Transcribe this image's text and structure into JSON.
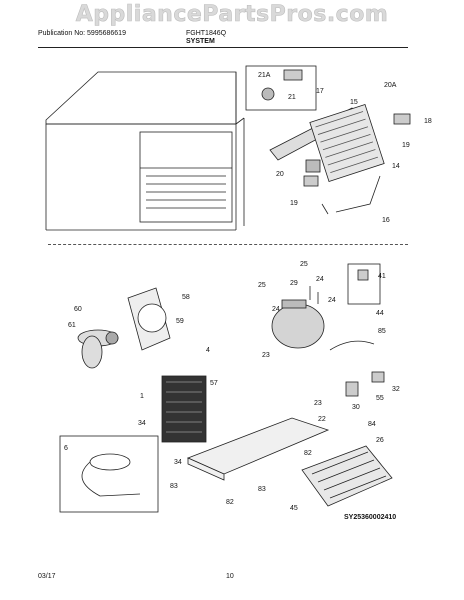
{
  "watermark": "AppliancePartsPros.com",
  "header": {
    "publication": "Publication No: 5995686619",
    "model": "FGHT1846Q",
    "section": "SYSTEM"
  },
  "callouts": [
    "21A",
    "21",
    "17",
    "15",
    "20A",
    "18",
    "19",
    "14",
    "20",
    "19",
    "16",
    "25",
    "29",
    "25",
    "24",
    "24",
    "24",
    "41",
    "58",
    "59",
    "60",
    "61",
    "4",
    "23",
    "85",
    "44",
    "57",
    "1",
    "23",
    "32",
    "55",
    "30",
    "34",
    "22",
    "84",
    "26",
    "6",
    "34",
    "82",
    "83",
    "83",
    "82",
    "45"
  ],
  "diagram_code": "SY25360002410",
  "footer": {
    "date": "03/17",
    "page": "10"
  }
}
